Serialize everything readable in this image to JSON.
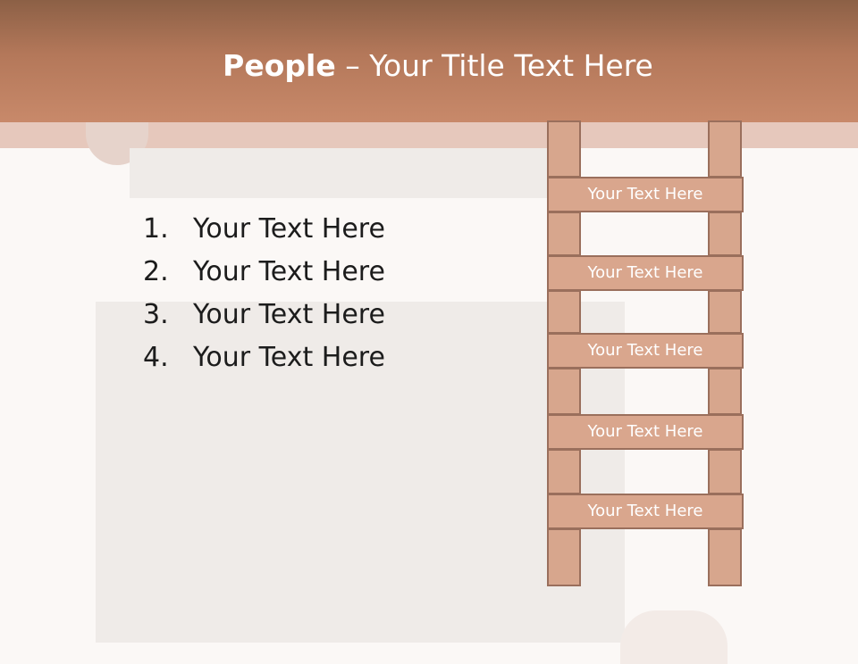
{
  "title": {
    "bold": "People",
    "rest": " – Your Title Text Here"
  },
  "list": {
    "items": [
      {
        "number": "1.",
        "text": "Your Text Here"
      },
      {
        "number": "2.",
        "text": "Your Text Here"
      },
      {
        "number": "3.",
        "text": "Your Text Here"
      },
      {
        "number": "4.",
        "text": "Your Text Here"
      }
    ]
  },
  "ladder": {
    "rungs": [
      {
        "label": "Your Text Here"
      },
      {
        "label": "Your Text Here"
      },
      {
        "label": "Your Text Here"
      },
      {
        "label": "Your Text Here"
      },
      {
        "label": "Your Text Here"
      }
    ]
  },
  "colors": {
    "title_bar": "#c8896a",
    "ladder_fill": "#d9a68d",
    "ladder_stroke": "#9a6f5c"
  }
}
